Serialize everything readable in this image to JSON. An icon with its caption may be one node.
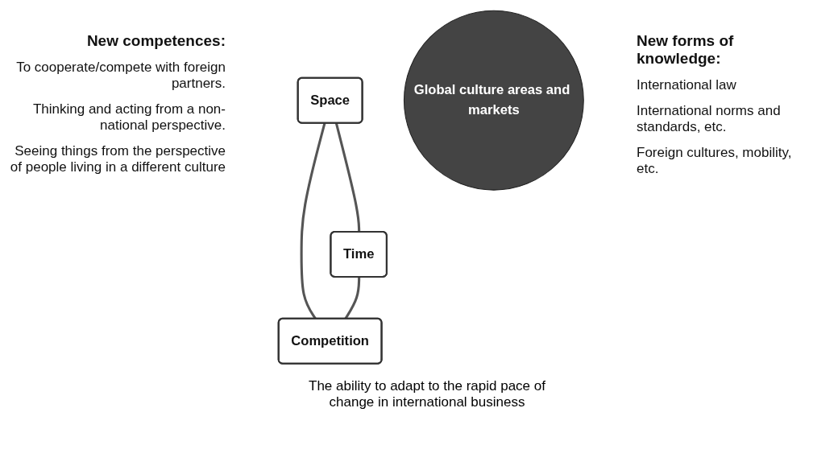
{
  "diagram": {
    "nodes": [
      {
        "text": [
          "Space"
        ]
      },
      {
        "text": [
          "Global culture areas and markets"
        ]
      },
      {
        "text": [
          "Time"
        ]
      },
      {
        "text": [
          "Competition"
        ]
      }
    ],
    "edges": [
      {
        "from": 0,
        "to": 2,
        "arrow": "none"
      },
      {
        "from": 0,
        "to": 3,
        "arrow": "none"
      },
      {
        "from": 2,
        "to": 3,
        "arrow": "none"
      }
    ],
    "labels": [
      "New competences:",
      "To cooperate/compete with foreign partners.",
      "Thinking and acting from a non-national perspective.",
      "Seeing things from the perspective of people living in a different culture",
      "New forms of knowledge:",
      "International law",
      "International norms and standards, etc.",
      "Foreign cultures, mobility, etc.",
      "The ability to adapt to the rapid pace of change in international business"
    ]
  }
}
